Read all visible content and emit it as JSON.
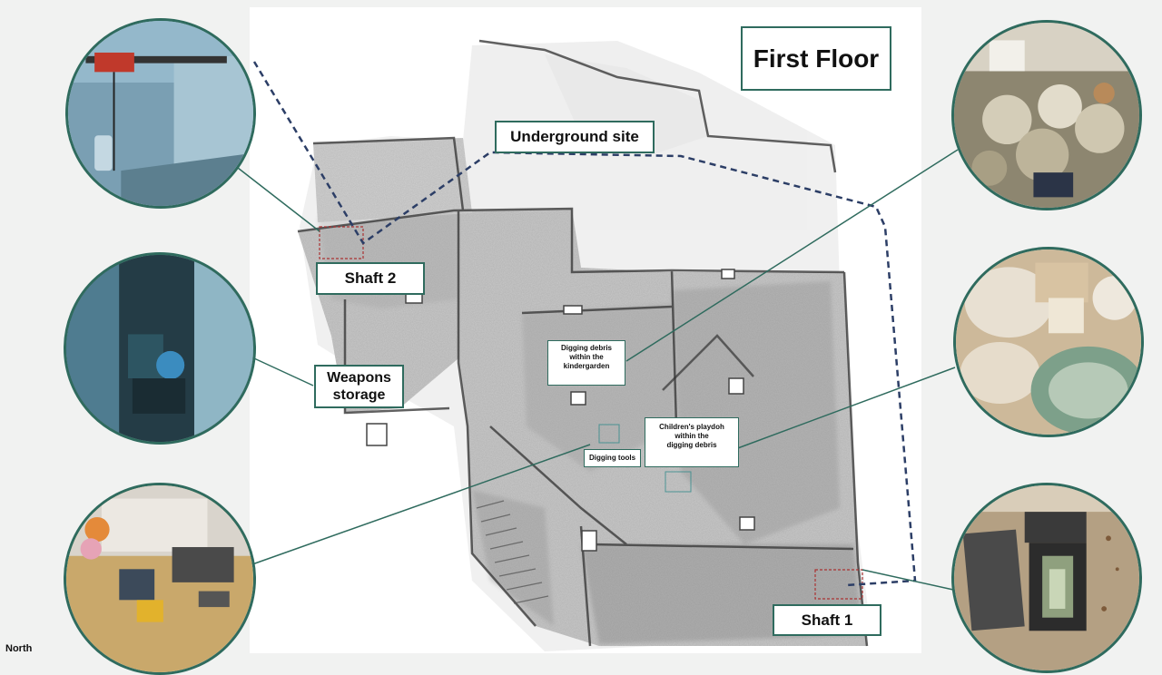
{
  "title": "First Floor",
  "labels": {
    "underground_site": "Underground site",
    "shaft_2": "Shaft 2",
    "shaft_1": "Shaft 1",
    "weapons_storage_line1": "Weapons",
    "weapons_storage_line2": "storage",
    "digging_debris_kg_line1": "Digging debris",
    "digging_debris_kg_line2": "within the",
    "digging_debris_kg_line3": "kindergarden",
    "digging_tools": "Digging tools",
    "playdoh_line1": "Children's playdoh",
    "playdoh_line2": "within the",
    "playdoh_line3": "digging debris",
    "compass": "North"
  },
  "photos": [
    {
      "id": "photo-shaft-hoist",
      "description_icon": "hoist-icon"
    },
    {
      "id": "photo-weapons-closet",
      "description_icon": "closet-icon"
    },
    {
      "id": "photo-room-tools",
      "description_icon": "tools-icon"
    },
    {
      "id": "photo-debris-pile",
      "description_icon": "rubble-icon"
    },
    {
      "id": "photo-debris-sacks",
      "description_icon": "sacks-icon"
    },
    {
      "id": "photo-shaft-opening",
      "description_icon": "shaft-icon"
    }
  ],
  "colors": {
    "accent": "#2f6b5e",
    "dashed_outline": "#2c3e66",
    "background": "#f1f2f1"
  }
}
